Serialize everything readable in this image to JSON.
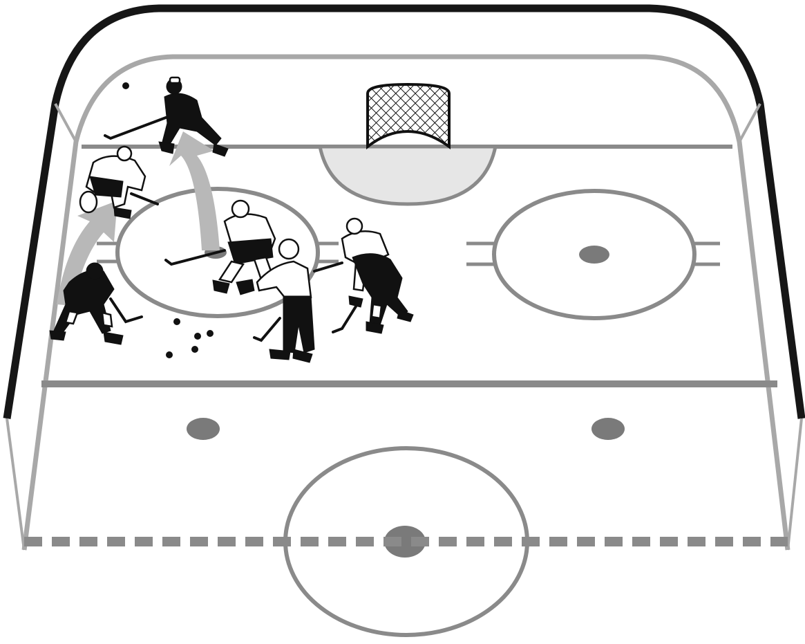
{
  "diagram": {
    "subject": "hockey-rink-faceoff-drill",
    "colors": {
      "background": "#ffffff",
      "ice_lines": "#8a8a8a",
      "inner_boards": "#a8a8a8",
      "outer_boards": "#161616",
      "crease": "#e6e6e6",
      "arrows": "#b8b8b8",
      "dark_team": "#111111",
      "light_team": "#ffffff"
    },
    "players": {
      "dark_team_count": 3,
      "light_team_count": 3,
      "official_count": 1
    },
    "pucks_count": 6,
    "movement_arrows_count": 2
  }
}
